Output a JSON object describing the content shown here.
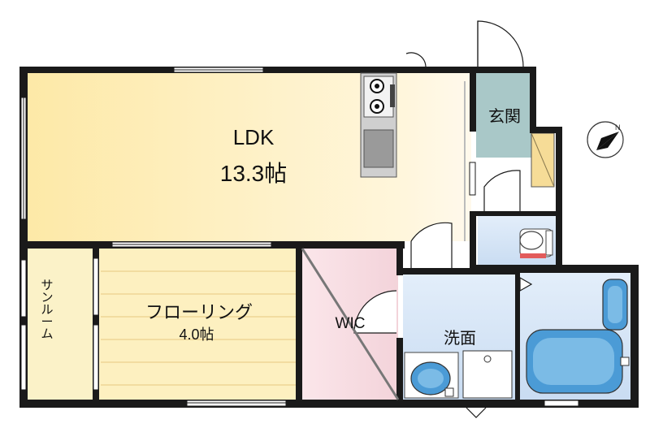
{
  "rooms": {
    "ldk": {
      "name": "LDK",
      "area": "13.3帖"
    },
    "flooring": {
      "name": "フローリング",
      "area": "4.0帖"
    },
    "sunroom": {
      "name": "サンルーム"
    },
    "wic": {
      "name": "WIC"
    },
    "washroom": {
      "name": "洗面"
    },
    "genkan": {
      "name": "玄関"
    }
  },
  "colors": {
    "wall": "#1a1a1a",
    "ldk_floor": "#fde9a7",
    "flooring_floor": "#fdf0c0",
    "sunroom_floor": "#fbf2c8",
    "wic_floor": "#f6dde2",
    "wet_area_floor": "#d6e6f7",
    "genkan_floor": "#a9c8c8",
    "fixture_blue": "#4b9bd6",
    "kitchen_grey": "#cfcfcf"
  },
  "compass": {
    "icon": "north-arrow-icon"
  }
}
